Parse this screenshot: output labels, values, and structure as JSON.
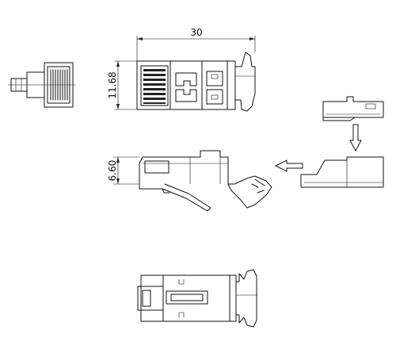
{
  "dimensions": {
    "length": "30",
    "height_front": "11.68",
    "height_side": "6.60"
  },
  "colors": {
    "line": "#111111",
    "background": "#ffffff"
  },
  "icons": {
    "arrow_down": "assembly-arrow-down-icon",
    "arrow_left": "assembly-arrow-left-icon"
  }
}
